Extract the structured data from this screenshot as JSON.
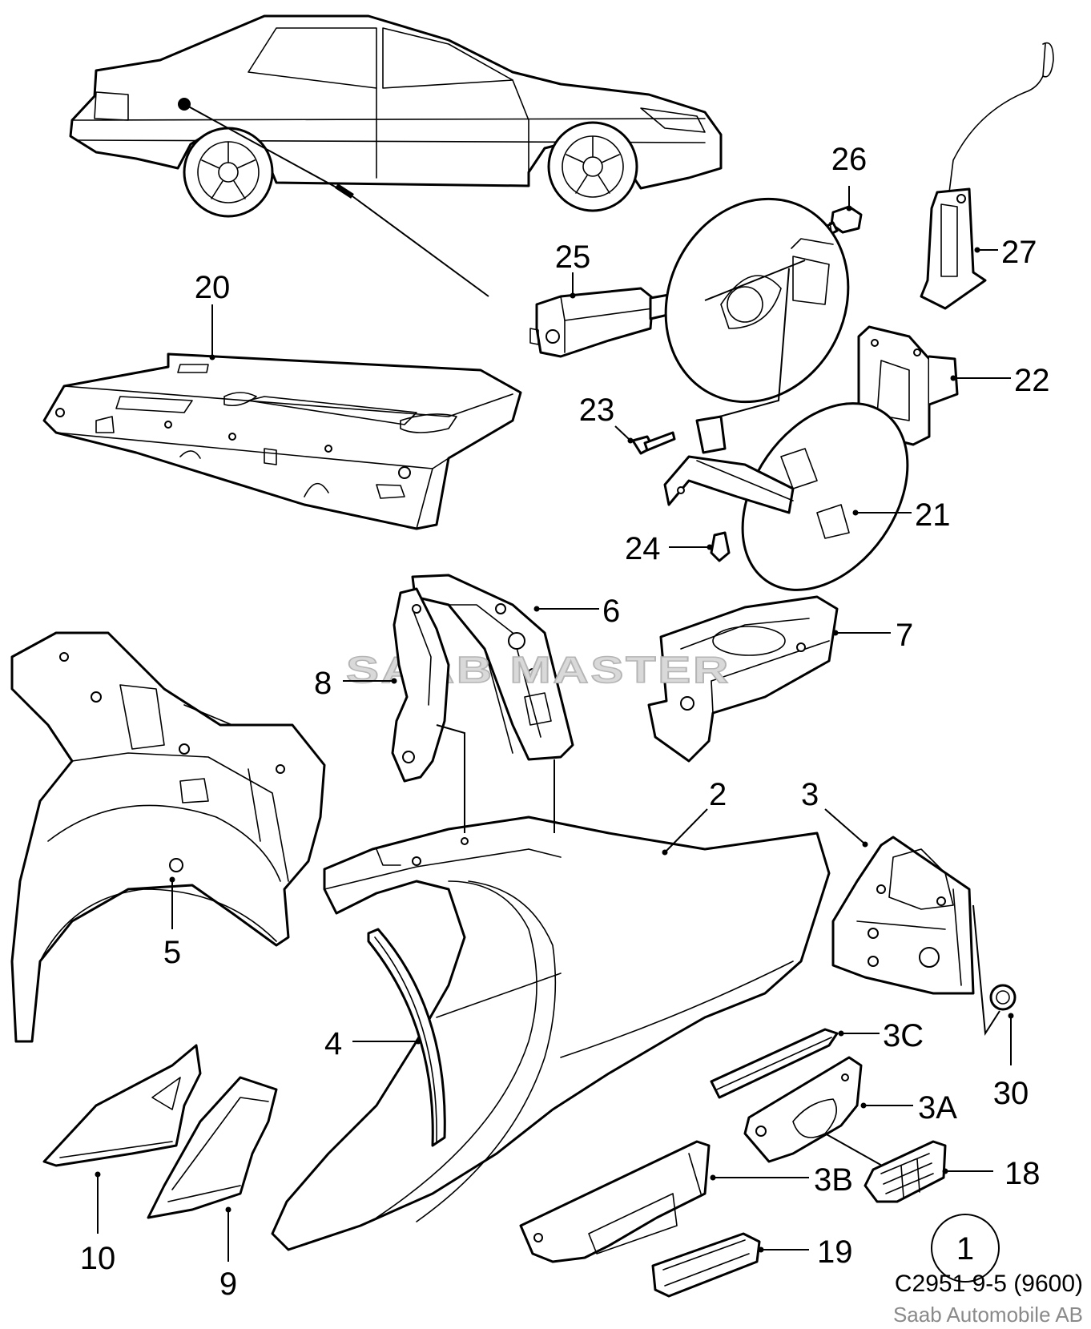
{
  "callouts": {
    "c1": "1",
    "c2": "2",
    "c3": "3",
    "c3A": "3A",
    "c3B": "3B",
    "c3C": "3C",
    "c4": "4",
    "c5": "5",
    "c6": "6",
    "c7": "7",
    "c8": "8",
    "c9": "9",
    "c10": "10",
    "c18": "18",
    "c19": "19",
    "c20": "20",
    "c21": "21",
    "c22": "22",
    "c23": "23",
    "c24": "24",
    "c25": "25",
    "c26": "26",
    "c27": "27",
    "c30": "30"
  },
  "watermark": "SAAB MASTER",
  "footer": {
    "code": "C2951 9-5 (9600)",
    "copyright": "Saab Automobile AB"
  }
}
